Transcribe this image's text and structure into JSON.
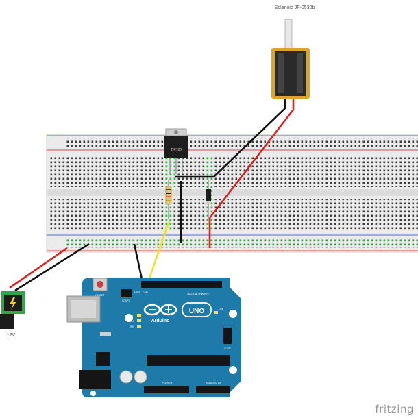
{
  "components": {
    "solenoid": {
      "label": "Solenoid JF-0530b"
    },
    "transistor": {
      "label": "TIP120"
    },
    "power_jack": {
      "label": "12V"
    },
    "arduino": {
      "logo_text": "UNO",
      "brand_text": "Arduino",
      "reset_label": "RESET",
      "icsp_label": "ICSP2",
      "digital_label": "DIGITAL (PWM=~)",
      "aref_label": "AREF",
      "gnd_label": "GND",
      "tx_label": "TX",
      "rx_label": "RX",
      "l_label": "L",
      "on_label": "ON",
      "power_label": "POWER",
      "analog_label": "ANALOG IN",
      "icsp_label_2": "ICSP"
    }
  },
  "watermark": "fritzing",
  "colors": {
    "breadboard": "#ebebeb",
    "rail_red": "#d94a4a",
    "rail_blue": "#4a6ed9",
    "arduino_blue": "#1e7aa8",
    "wire_red": "#e02020",
    "wire_black": "#111111",
    "wire_yellow": "#f2e022",
    "solenoid_body": "#2a2a2a",
    "solenoid_frame": "#d8a72a",
    "power_jack": "#2fa84a"
  }
}
